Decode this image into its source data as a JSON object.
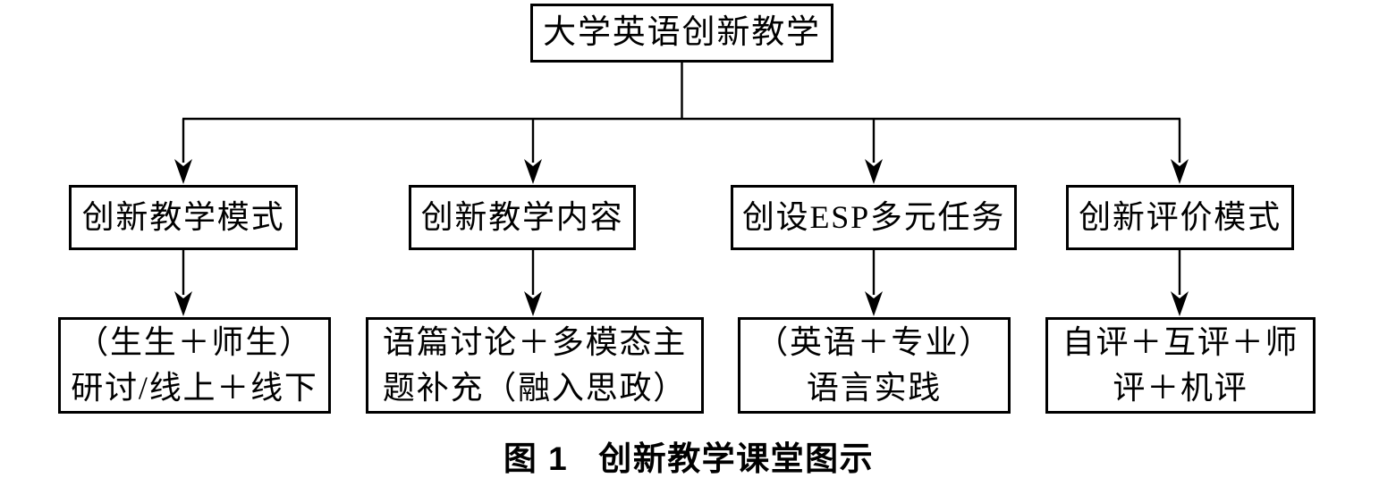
{
  "figure": {
    "root": {
      "label": "大学英语创新教学"
    },
    "branches": [
      {
        "label": "创新教学模式",
        "detail_line1": "（生生＋师生）",
        "detail_line2": "研讨/线上＋线下"
      },
      {
        "label": "创新教学内容",
        "detail_line1": "语篇讨论＋多模态主",
        "detail_line2": "题补充（融入思政）"
      },
      {
        "label": "创设ESP多元任务",
        "detail_line1": "（英语＋专业）",
        "detail_line2": "语言实践"
      },
      {
        "label": "创新评价模式",
        "detail_line1": "自评＋互评＋师",
        "detail_line2": "评＋机评"
      }
    ],
    "caption": {
      "label": "图 1",
      "title": "创新教学课堂图示"
    },
    "colors": {
      "line": "#000000",
      "text": "#000000",
      "background": "#ffffff"
    }
  }
}
